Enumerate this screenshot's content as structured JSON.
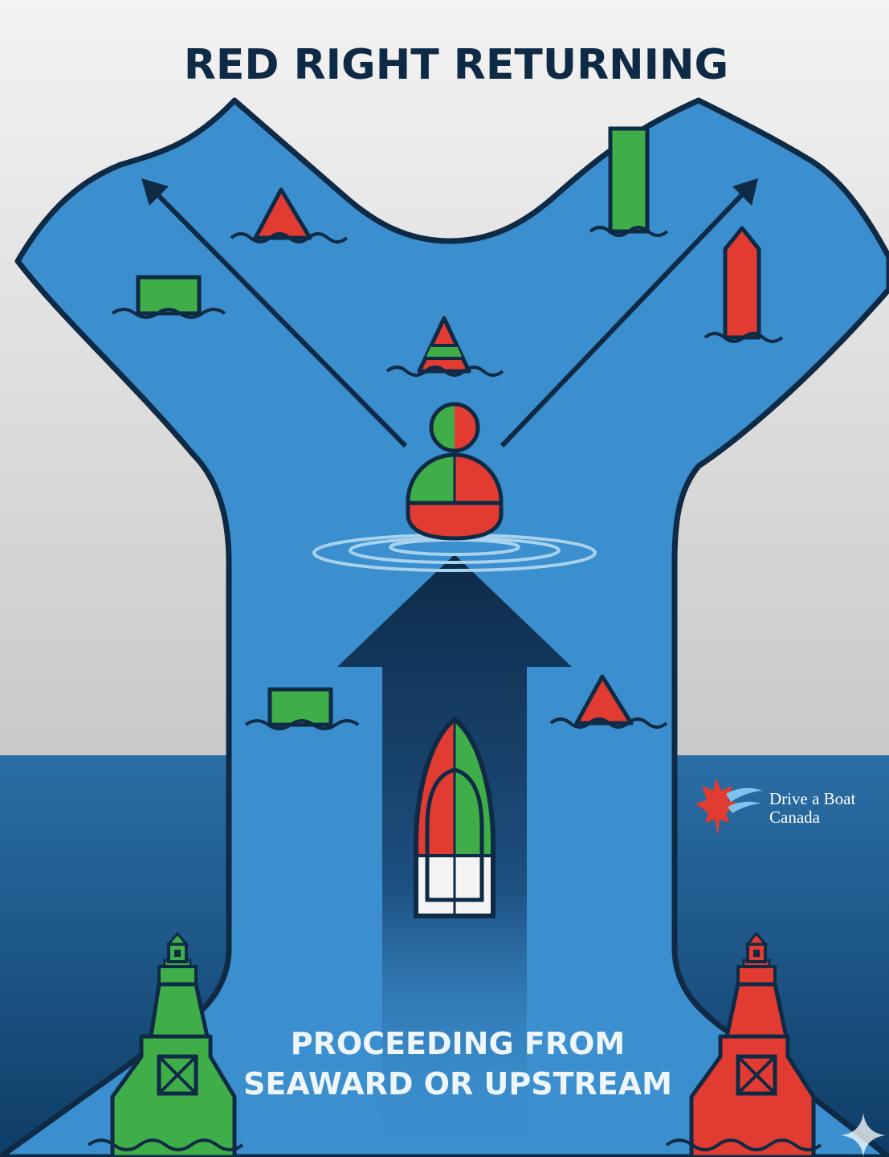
{
  "title": "RED RIGHT RETURNING",
  "caption": {
    "line1": "PROCEEDING FROM",
    "line2": "SEAWARD OR UPSTREAM"
  },
  "logo": {
    "line1": "Drive a Boat",
    "line2": "Canada"
  },
  "colors": {
    "red": "#e23b32",
    "green": "#3fae49",
    "channel": "#3b8fcf",
    "outline": "#0e2a45",
    "sky": "#dcdcdc",
    "sea": "#1f5f94"
  }
}
